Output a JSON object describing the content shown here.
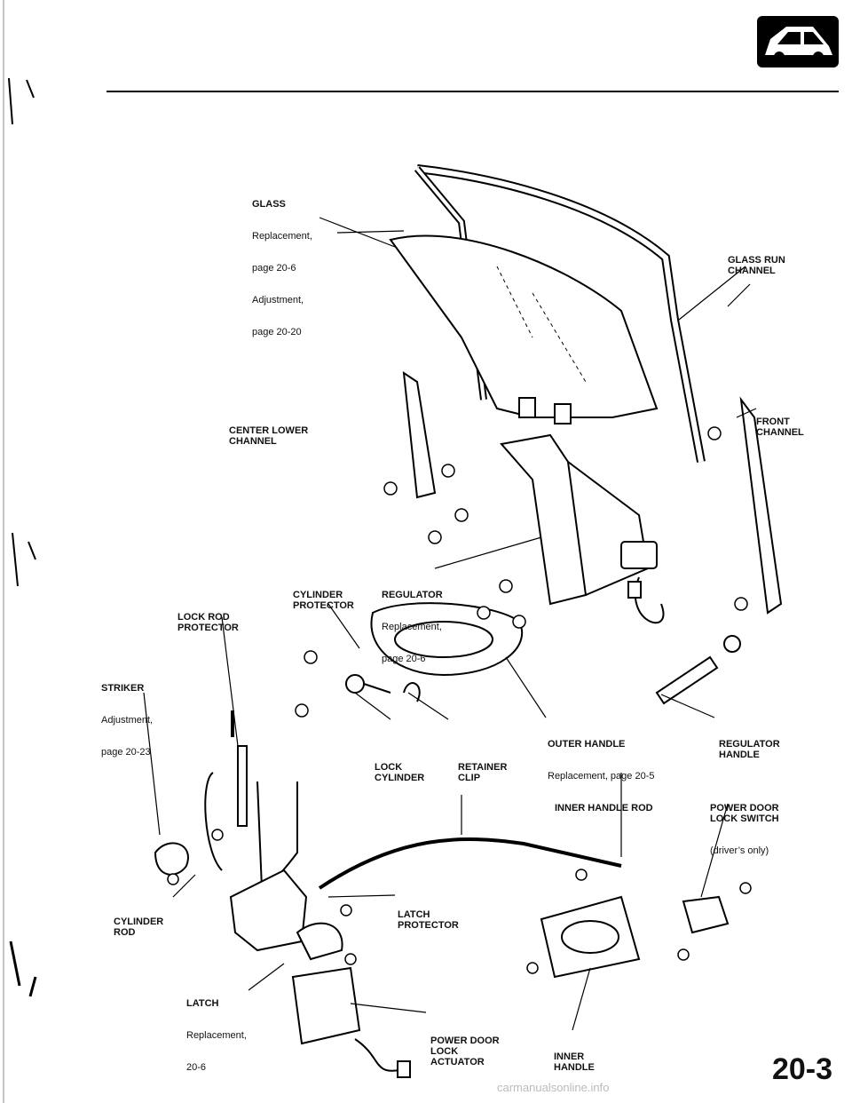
{
  "labels": {
    "glass": {
      "title": "GLASS",
      "sub": [
        "Replacement,",
        "page 20-6",
        "Adjustment,",
        "page 20-20"
      ]
    },
    "glass_run_channel": {
      "title": "GLASS RUN\nCHANNEL"
    },
    "center_lower_channel": {
      "title": "CENTER LOWER\nCHANNEL"
    },
    "front_channel": {
      "title": "FRONT\nCHANNEL"
    },
    "cylinder_protector": {
      "title": "CYLINDER\nPROTECTOR"
    },
    "regulator": {
      "title": "REGULATOR",
      "sub": [
        "Replacement,",
        "page 20-6"
      ]
    },
    "lock_rod_protector": {
      "title": "LOCK ROD\nPROTECTOR"
    },
    "striker": {
      "title": "STRIKER",
      "sub": [
        "Adjustment,",
        "page 20-23"
      ]
    },
    "outer_handle": {
      "title": "OUTER HANDLE",
      "sub": [
        "Replacement, page 20-5"
      ]
    },
    "regulator_handle": {
      "title": "REGULATOR\nHANDLE"
    },
    "lock_cylinder": {
      "title": "LOCK\nCYLINDER"
    },
    "retainer_clip": {
      "title": "RETAINER\nCLIP"
    },
    "inner_handle_rod": {
      "title": "INNER HANDLE ROD"
    },
    "power_door_lock_switch": {
      "title": "POWER DOOR\nLOCK SWITCH",
      "sub": [
        "(driver’s only)"
      ]
    },
    "latch_protector": {
      "title": "LATCH\nPROTECTOR"
    },
    "cylinder_rod": {
      "title": "CYLINDER\nROD"
    },
    "latch": {
      "title": "LATCH",
      "sub": [
        "Replacement,",
        "20-6"
      ]
    },
    "power_door_lock_actuator": {
      "title": "POWER DOOR\nLOCK\nACTUATOR"
    },
    "inner_handle": {
      "title": "INNER\nHANDLE"
    }
  },
  "page_number": "20-3",
  "watermark": "carmanualsonline.info"
}
